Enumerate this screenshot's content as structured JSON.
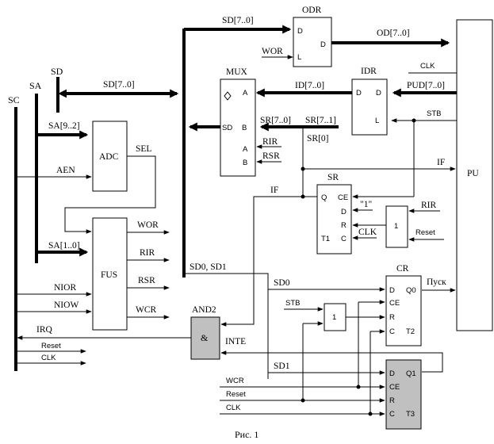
{
  "blocks": {
    "odr": {
      "name": "ODR",
      "d": "D",
      "l": "L",
      "out": "D"
    },
    "mux": {
      "name": "MUX",
      "a": "A",
      "b": "B",
      "sd": "SD",
      "sa": "A",
      "sb": "B"
    },
    "idr": {
      "name": "IDR",
      "d_in": "D",
      "d_out": "D",
      "l": "L"
    },
    "adc": {
      "name": "ADC"
    },
    "fus": {
      "name": "FUS"
    },
    "sr": {
      "name": "SR",
      "q": "Q",
      "ce": "CE",
      "d": "D",
      "r": "R",
      "c": "C",
      "t": "T1"
    },
    "or1": {
      "name": "1"
    },
    "or2": {
      "name": "1"
    },
    "cr": {
      "name": "CR",
      "d": "D",
      "q": "Q0",
      "ce": "CE",
      "r": "R",
      "c": "C",
      "t": "T2"
    },
    "t3": {
      "d": "D",
      "q": "Q1",
      "ce": "CE",
      "r": "R",
      "c": "C",
      "t": "T3"
    },
    "and2": {
      "name": "AND2",
      "sym": "&"
    },
    "pu": {
      "name": "PU"
    }
  },
  "labels": {
    "sc": "SC",
    "sa": "SA",
    "sd": "SD",
    "sd_bus_top": "SD[7..0]",
    "sd_bus_left": "SD[7..0]",
    "wor_odr": "WOR",
    "od": "OD[7..0]",
    "clk_pu": "CLK",
    "pud": "PUD[7..0]",
    "id": "ID[7..0]",
    "stb_pu": "STB",
    "sr_bus": "SR[7..0]",
    "sr71": "SR[7..1]",
    "sr0": "SR[0]",
    "rir_mux": "RIR",
    "rsr_mux": "RSR",
    "if_pu": "IF",
    "if_and": "IF",
    "sa92": "SA[9..2]",
    "sel": "SEL",
    "aen": "AEN",
    "one_q": "\"1\"",
    "clk_sr": "CLK",
    "rir_sr": "RIR",
    "reset_sr": "Reset",
    "sa10": "SA[1..0]",
    "wor_fus": "WOR",
    "rir_fus": "RIR",
    "rsr_fus": "RSR",
    "wcr_fus": "WCR",
    "nior": "NIOR",
    "niow": "NIOW",
    "sd01": "SD0, SD1",
    "sd0": "SD0",
    "start": "Пуск",
    "stb_cr": "STB",
    "irq": "IRQ",
    "inte": "INTE",
    "reset_sc": "Reset",
    "clk_sc": "CLK",
    "sd1": "SD1",
    "wcr_t3": "WCR",
    "reset_t3": "Reset",
    "clk_t3": "CLK"
  },
  "caption": "Рис. 1"
}
